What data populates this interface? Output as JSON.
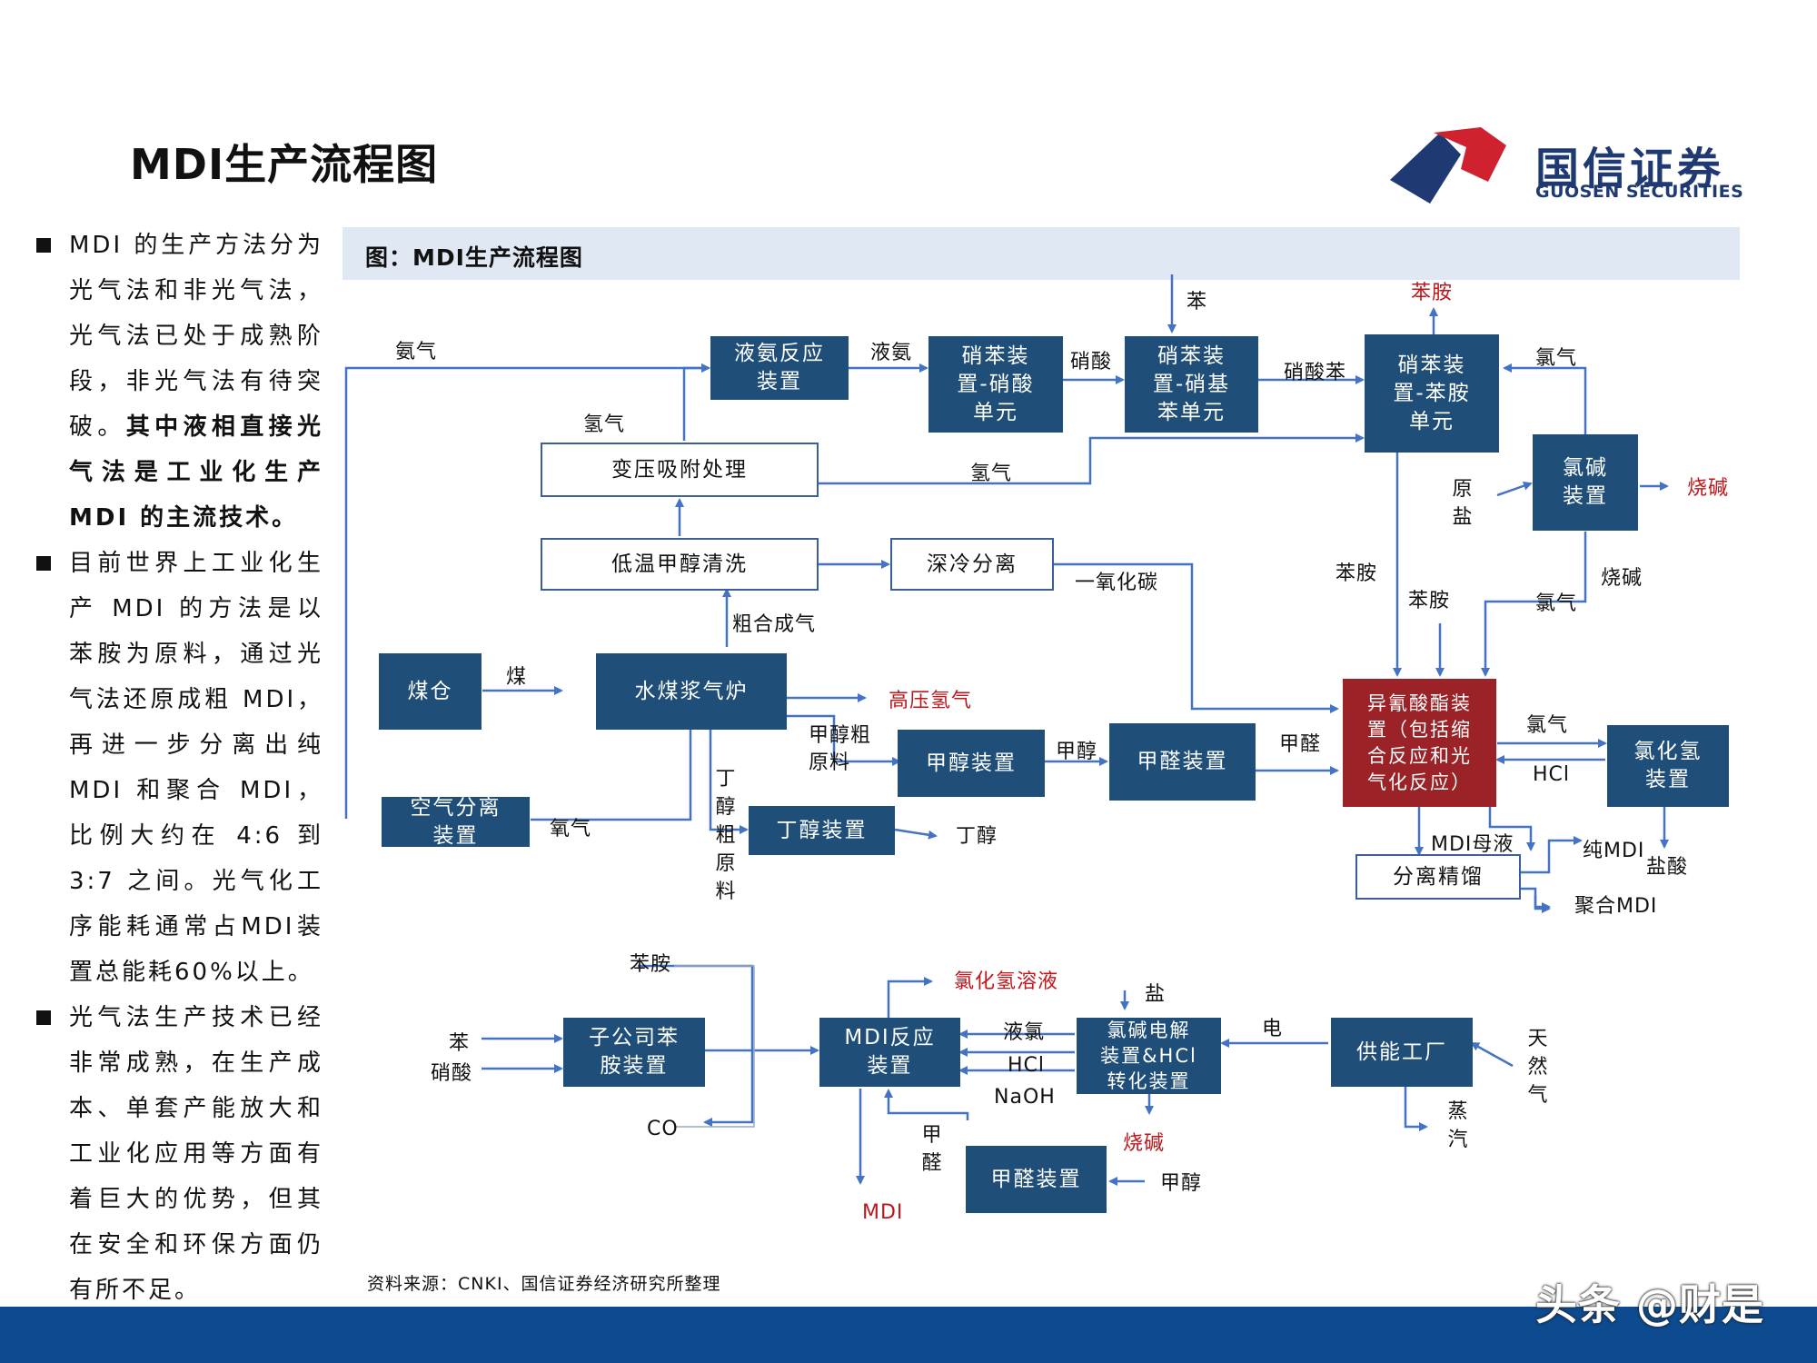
{
  "page": {
    "title": "MDI生产流程图"
  },
  "logo": {
    "name_cn": "国信证券",
    "name_en": "GUOSEN SECURITIES",
    "colors": {
      "red": "#d0212f",
      "blue": "#1f3a73"
    }
  },
  "sidebar": {
    "bullets": [
      {
        "plain": "MDI 的生产方法分为光气法和非光气法，光气法已处于成熟阶段，非光气法有待突破。",
        "bold": "其中液相直接光气法是工业化生产 MDI 的主流技术。"
      },
      {
        "plain": "目前世界上工业化生产 MDI 的方法是以苯胺为原料，通过光气法还原成粗 MDI，再进一步分离出纯 MDI 和聚合 MDI，比例大约在 4:6 到 3:7 之间。光气化工序能耗通常占MDI装置总能耗60%以上。",
        "bold": ""
      },
      {
        "plain": "光气法生产技术已经非常成熟，在生产成本、单套产能放大和工业化应用等方面有着巨大的优势，但其在安全和环保方面仍有所不足。",
        "bold": ""
      }
    ]
  },
  "figure": {
    "title": "图：MDI生产流程图",
    "colors": {
      "box_blue": "#1f4e79",
      "box_red": "#9b2226",
      "arrow": "#4472c4",
      "red_text": "#c0161b",
      "header_bg": "#dfe8f3"
    },
    "nodes": {
      "liquid_ammonia": "液氨反应\n装置",
      "nitro_acid": "硝苯装\n置-硝酸\n单元",
      "nitro_benzene": "硝苯装\n置-硝基\n苯单元",
      "nitro_aniline": "硝苯装\n置-苯胺\n单元",
      "psa": "变压吸附处理",
      "rectisol": "低温甲醇清洗",
      "cryo": "深冷分离",
      "coal_bin": "煤仓",
      "gasifier": "水煤浆气炉",
      "air_sep": "空气分离\n装置",
      "methanol_unit": "甲醇装置",
      "formaldehyde_unit": "甲醛装置",
      "butanol_unit": "丁醇装置",
      "chlor_alkali": "氯碱\n装置",
      "isocyanate": "异氰酸酯装\n置（包括缩\n合反应和光\n气化反应）",
      "hcl_unit": "氯化氢\n装置",
      "separation": "分离精馏",
      "sub_aniline": "子公司苯\n胺装置",
      "mdi_reactor": "MDI反应\n装置",
      "electrolysis": "氯碱电解\n装置&HCl\n转化装置",
      "energy_plant": "供能工厂",
      "formaldehyde_unit2": "甲醛装置"
    },
    "labels": {
      "ammonia_gas": "氨气",
      "liquid_ammonia": "液氨",
      "nitric_acid": "硝酸",
      "benzene": "苯",
      "nitrobenzene": "硝酸苯",
      "aniline_out": "苯胺",
      "hydrogen_1": "氢气",
      "hydrogen_2": "氢气",
      "chlorine_1": "氯气",
      "caustic_1": "烧碱",
      "raw_salt": "原\n盐",
      "aniline_2": "苯胺",
      "aniline_3": "苯胺",
      "caustic_2": "烧碱",
      "chlorine_2": "氯气",
      "co": "一氧化碳",
      "crude_syngas": "粗合成气",
      "coal": "煤",
      "hp_hydrogen": "高压氢气",
      "methanol_crude": "甲醇粗\n原料",
      "methanol": "甲醇",
      "formaldehyde": "甲醛",
      "chlorine_3": "氯气",
      "hcl_1": "HCl",
      "oxygen": "氧气",
      "butanol_crude": "丁\n醇\n粗\n原\n料",
      "butanol": "丁醇",
      "mdi_mother": "MDI母液",
      "pure_mdi": "纯MDI",
      "hydrochloric": "盐酸",
      "poly_mdi": "聚合MDI",
      "aniline_4": "苯胺",
      "benzene_2": "苯",
      "nitric_2": "硝酸",
      "co_2": "CO",
      "hcl_solution": "氯化氢溶液",
      "salt": "盐",
      "liquid_chlorine": "液氯",
      "hcl_2": "HCl",
      "naoh": "NaOH",
      "electricity": "电",
      "natural_gas": "天\n然\n气",
      "steam": "蒸\n汽",
      "caustic_3": "烧碱",
      "formaldehyde_2": "甲\n醛",
      "methanol_2": "甲醇",
      "mdi_out": "MDI"
    }
  },
  "source": "资料来源：CNKI、国信证券经济研究所整理",
  "watermark": "头条 @财是"
}
